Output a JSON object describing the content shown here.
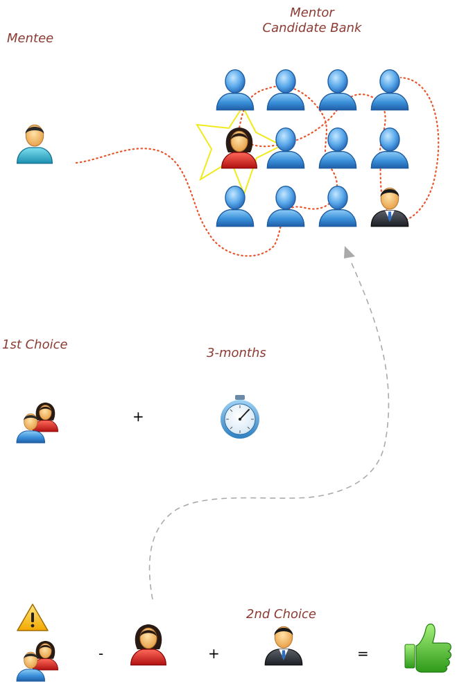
{
  "labels": {
    "mentee": "Mentee",
    "mentor_bank_line1": "Mentor",
    "mentor_bank_line2": "Candidate Bank",
    "first_choice": "1st Choice",
    "three_months": "3-months",
    "second_choice": "2nd Choice"
  },
  "operators": {
    "plus_1": "+",
    "minus": "-",
    "plus_2": "+",
    "equals": "="
  },
  "icons": {
    "mentee": "user-blue-shirt-icon",
    "candidate": "user-blue-icon",
    "female_mentor": "user-female-red-icon",
    "male_mentor": "user-business-suit-icon",
    "pair": "user-pair-icon",
    "timer": "stopwatch-icon",
    "warning": "warning-icon",
    "approve": "thumbs-up-icon"
  },
  "colors": {
    "label_text": "#8b3a32",
    "dotted_path": "#e8552a",
    "dashed_path": "#aaaaaa",
    "highlight_star": "#f2e91a",
    "user_blue": "#3a8fd9",
    "user_female": "#d92020",
    "thumbs_green": "#3cb521"
  }
}
